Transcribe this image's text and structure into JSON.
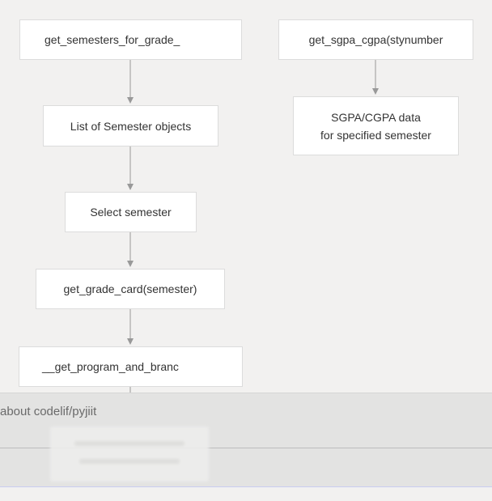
{
  "diagram": {
    "nodes": [
      {
        "id": "n1",
        "text": "get_semesters_for_grade_"
      },
      {
        "id": "n2",
        "text": "List of Semester objects"
      },
      {
        "id": "n3",
        "text": "Select semester"
      },
      {
        "id": "n4",
        "text": "get_grade_card(semester)"
      },
      {
        "id": "n5",
        "text": "__get_program_and_branc"
      },
      {
        "id": "n6",
        "text": "get_sgpa_cgpa(stynumber"
      },
      {
        "id": "n7",
        "line1": "SGPA/CGPA data",
        "line2": "for specified semester"
      }
    ],
    "edges": [
      {
        "from": "n1",
        "to": "n2"
      },
      {
        "from": "n2",
        "to": "n3"
      },
      {
        "from": "n3",
        "to": "n4"
      },
      {
        "from": "n4",
        "to": "n5"
      },
      {
        "from": "n6",
        "to": "n7"
      }
    ]
  },
  "overlay": {
    "text": "about codelif/pyjiit"
  },
  "colors": {
    "background": "#f2f1f0",
    "node_fill": "#ffffff",
    "edge": "#999999"
  }
}
